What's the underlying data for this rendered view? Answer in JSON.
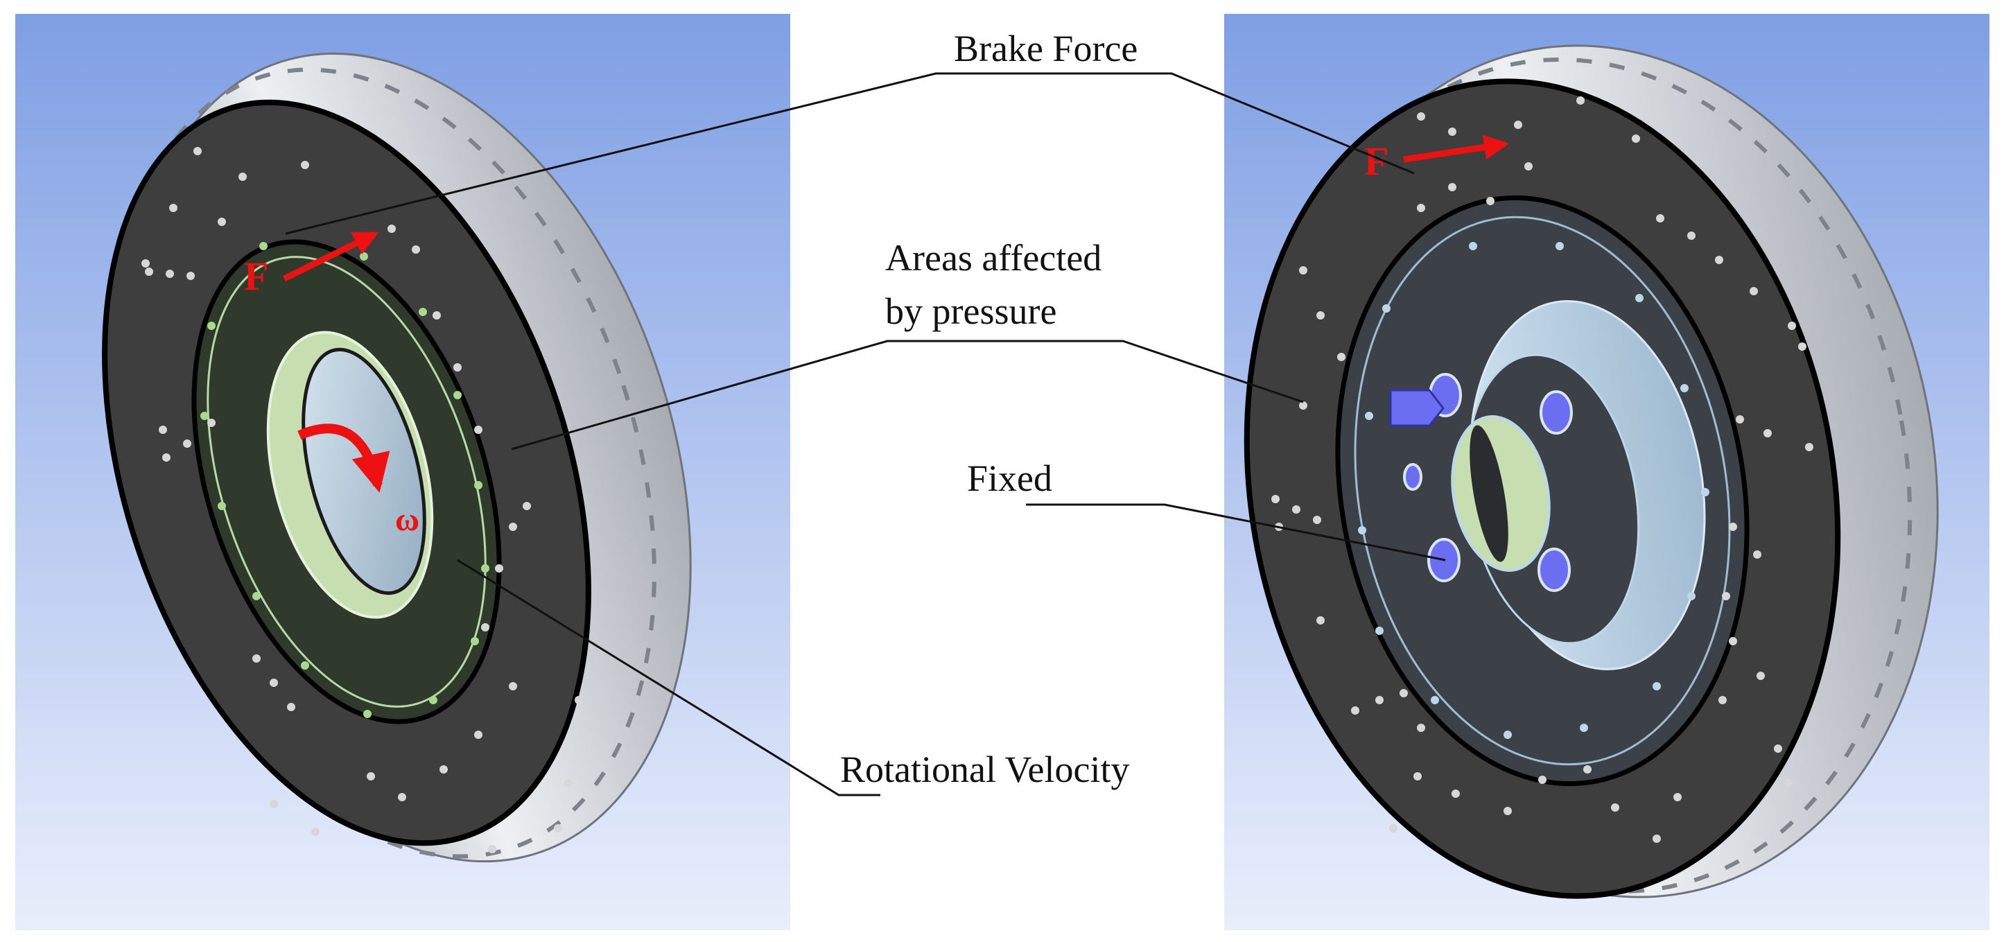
{
  "labels": {
    "brake_force": "Brake Force",
    "areas_line1": "Areas affected",
    "areas_line2": "by pressure",
    "fixed": "Fixed",
    "rotational_velocity": "Rotational Velocity"
  },
  "symbols": {
    "force_left": "F",
    "force_right": "F",
    "omega": "ω"
  },
  "colors": {
    "background_top": "#7f9fe4",
    "background_bottom": "#e9eefb",
    "rotor_face": "#3e3e3e",
    "rotor_edge": "#c9cdd3",
    "hub_face_left": "#2f3a2d",
    "hub_face_right": "#3b4147",
    "hub_bore": "#bcd7ea",
    "hub_bore_green": "#c6deb0",
    "fixed_marker": "#6b6ef0",
    "annotation_red": "#ee1111",
    "leader_line": "#111111"
  }
}
